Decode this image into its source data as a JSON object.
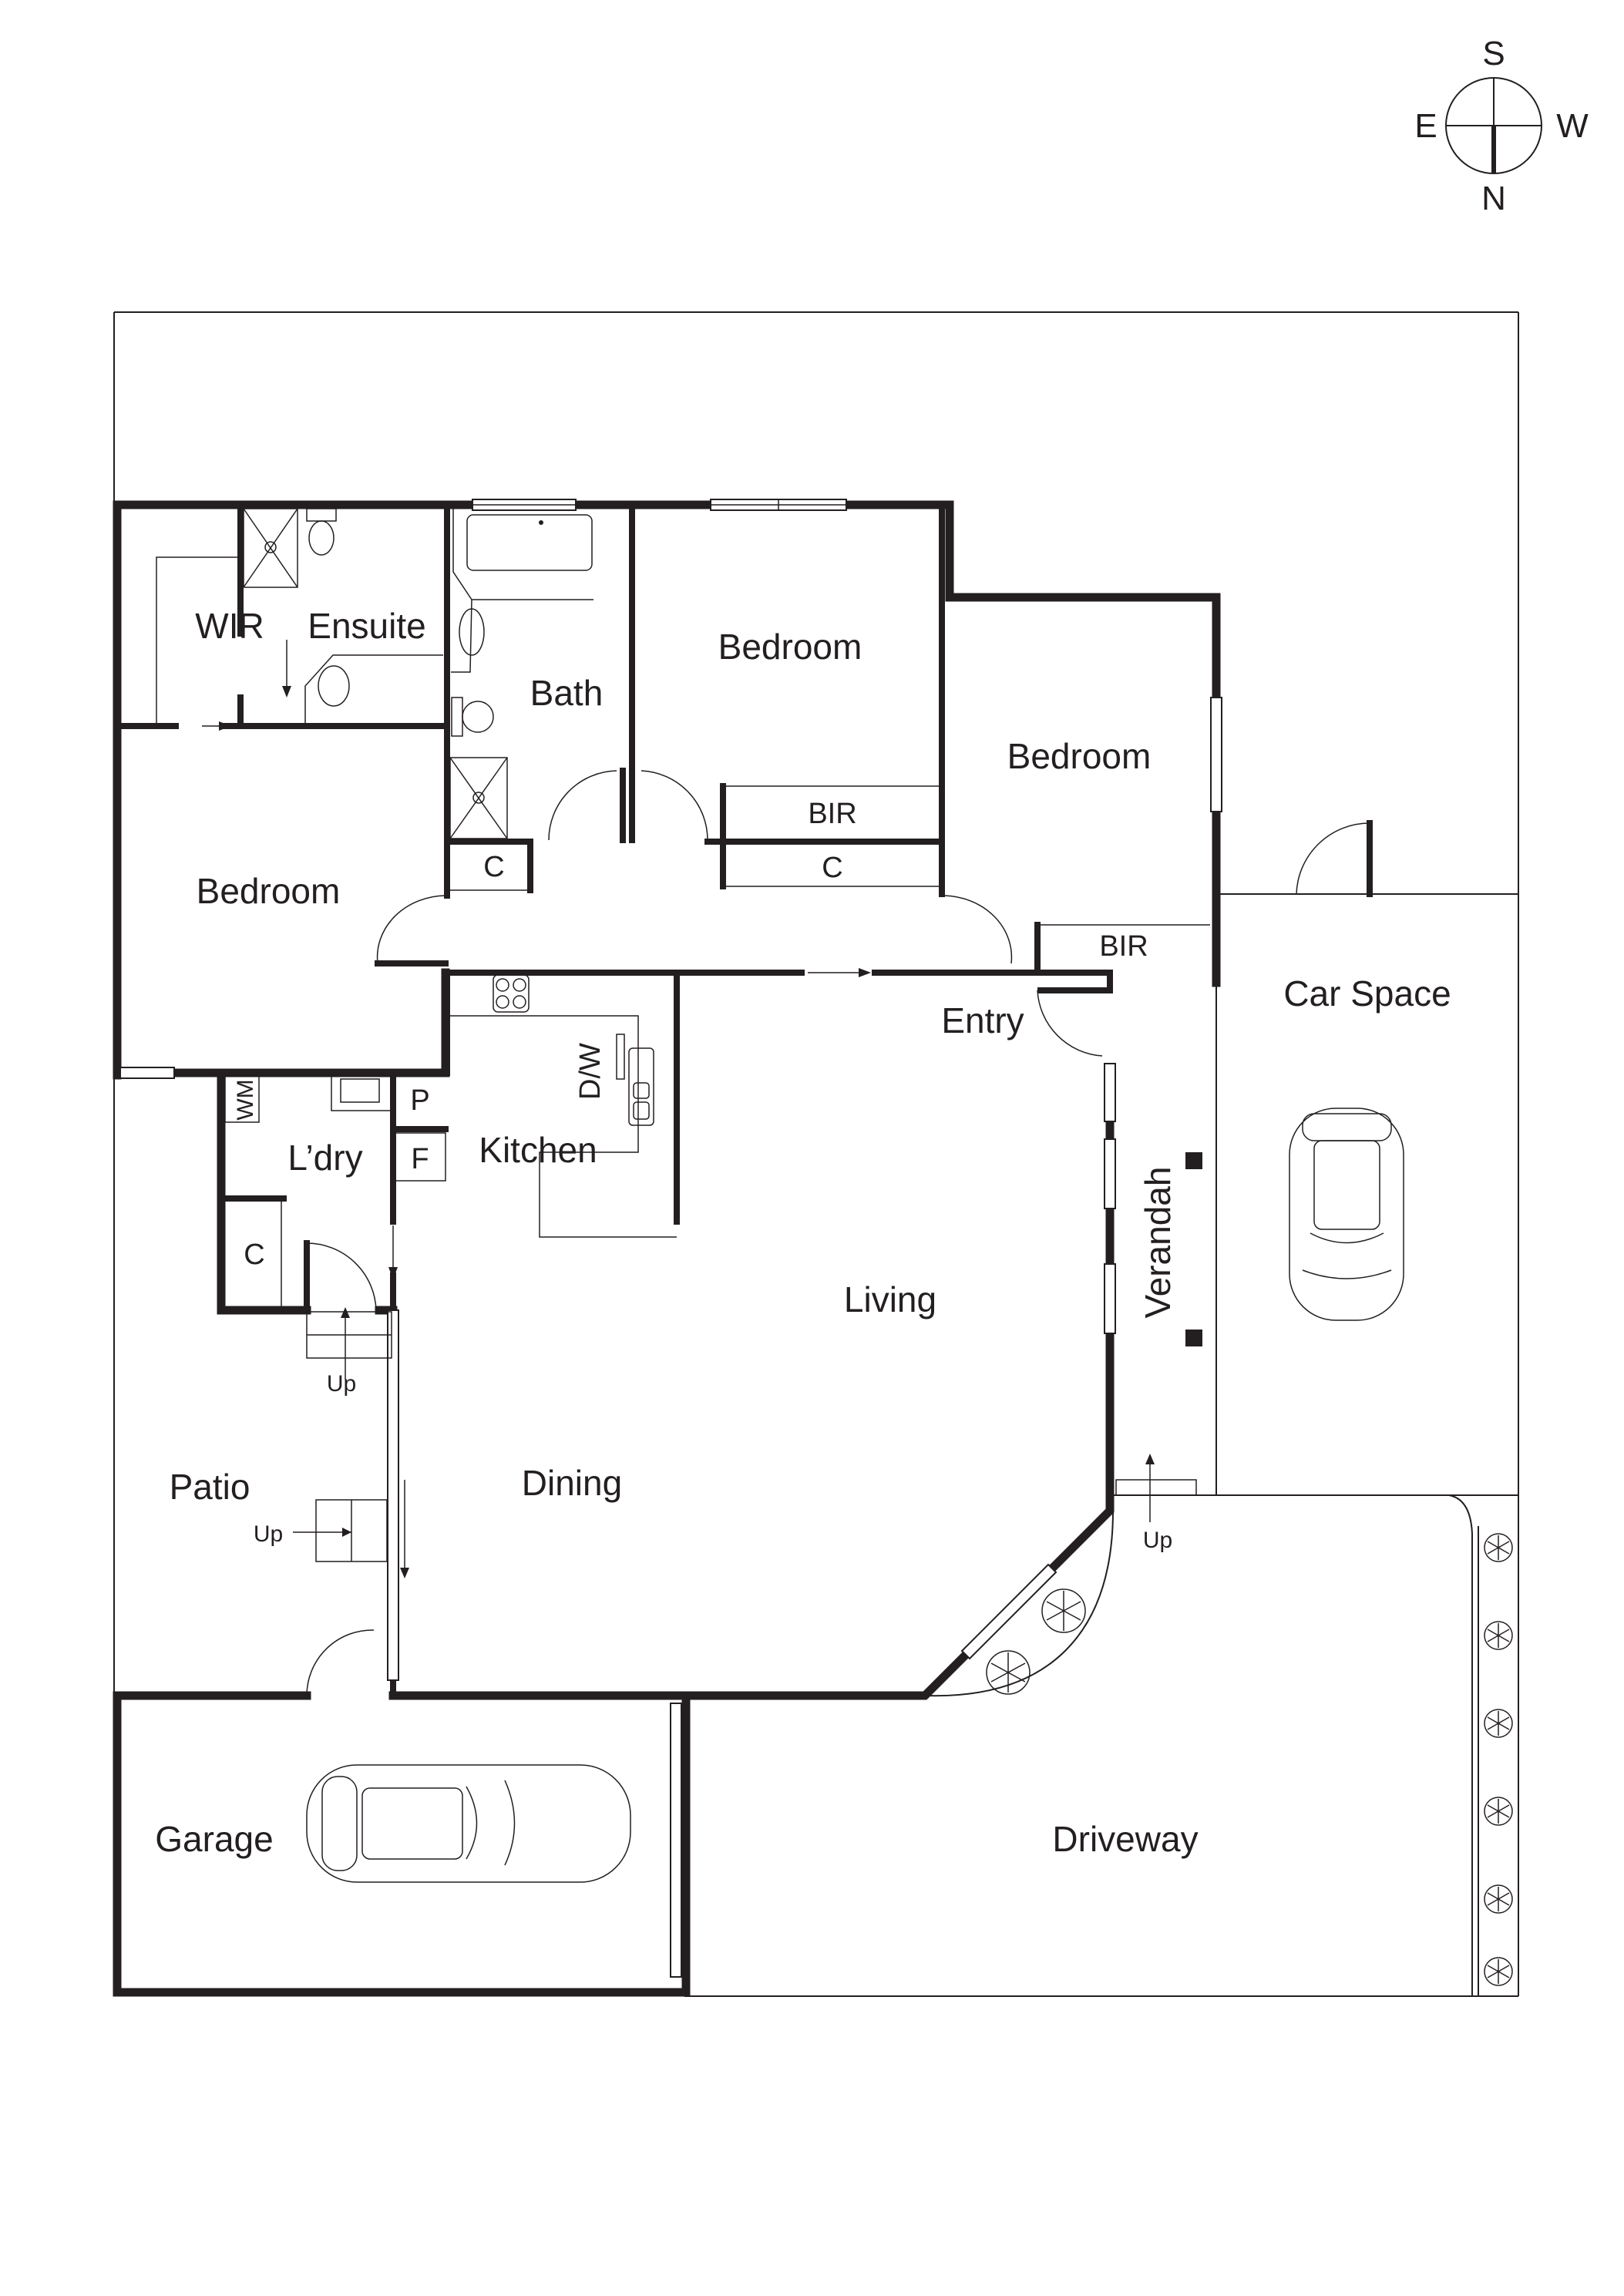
{
  "compass": {
    "north": "N",
    "south": "S",
    "east": "E",
    "west": "W",
    "icon": "compass-icon"
  },
  "rooms": {
    "wir": "WIR",
    "ensuite": "Ensuite",
    "bath": "Bath",
    "bedroom_1": "Bedroom",
    "bedroom_2": "Bedroom",
    "bedroom_3": "Bedroom",
    "bir_1": "BIR",
    "bir_2": "BIR",
    "cupboard_hall": "C",
    "cupboard_linen": "C",
    "cupboard_laundry": "C",
    "entry": "Entry",
    "kitchen": "Kitchen",
    "dishwasher": "D/W",
    "laundry": "L’dry",
    "washing_machine": "WM",
    "pantry": "P",
    "fridge": "F",
    "living": "Living",
    "dining": "Dining",
    "verandah": "Verandah",
    "car_space": "Car Space",
    "patio": "Patio",
    "garage": "Garage",
    "driveway": "Driveway"
  },
  "steps": {
    "laundry_steps": "Up",
    "patio_steps": "Up",
    "verandah_steps": "Up"
  },
  "colors": {
    "ink": "#231f20",
    "background": "#ffffff"
  },
  "landscaping": {
    "tree_count_boundary": 6,
    "tree_count_garden_bed": 2
  }
}
